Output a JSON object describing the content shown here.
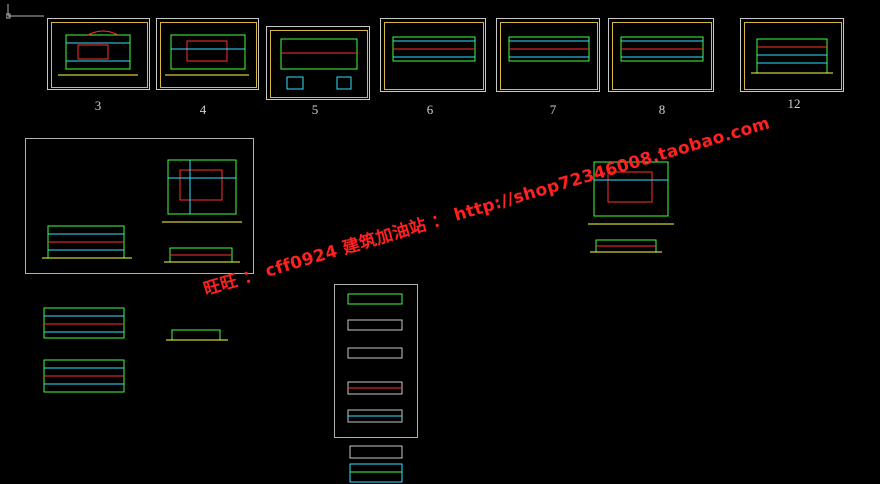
{
  "drawing": {
    "sheet_numbers": [
      "3",
      "4",
      "5",
      "6",
      "7",
      "8",
      "12"
    ],
    "watermark": "旺旺 ： cff0924   建筑加油站 ： http://shop72346008.taobao.com"
  },
  "colors": {
    "background": "#000000",
    "sheet_border": "#c8c8c8",
    "title_frame": "#d8b840",
    "cad_green": "#40ff40",
    "cad_red": "#ff3030",
    "cad_cyan": "#30e0ff",
    "cad_yellow": "#ffff40",
    "watermark": "#ff2020"
  },
  "icons": {
    "ucs": "ucs-axis-icon"
  }
}
